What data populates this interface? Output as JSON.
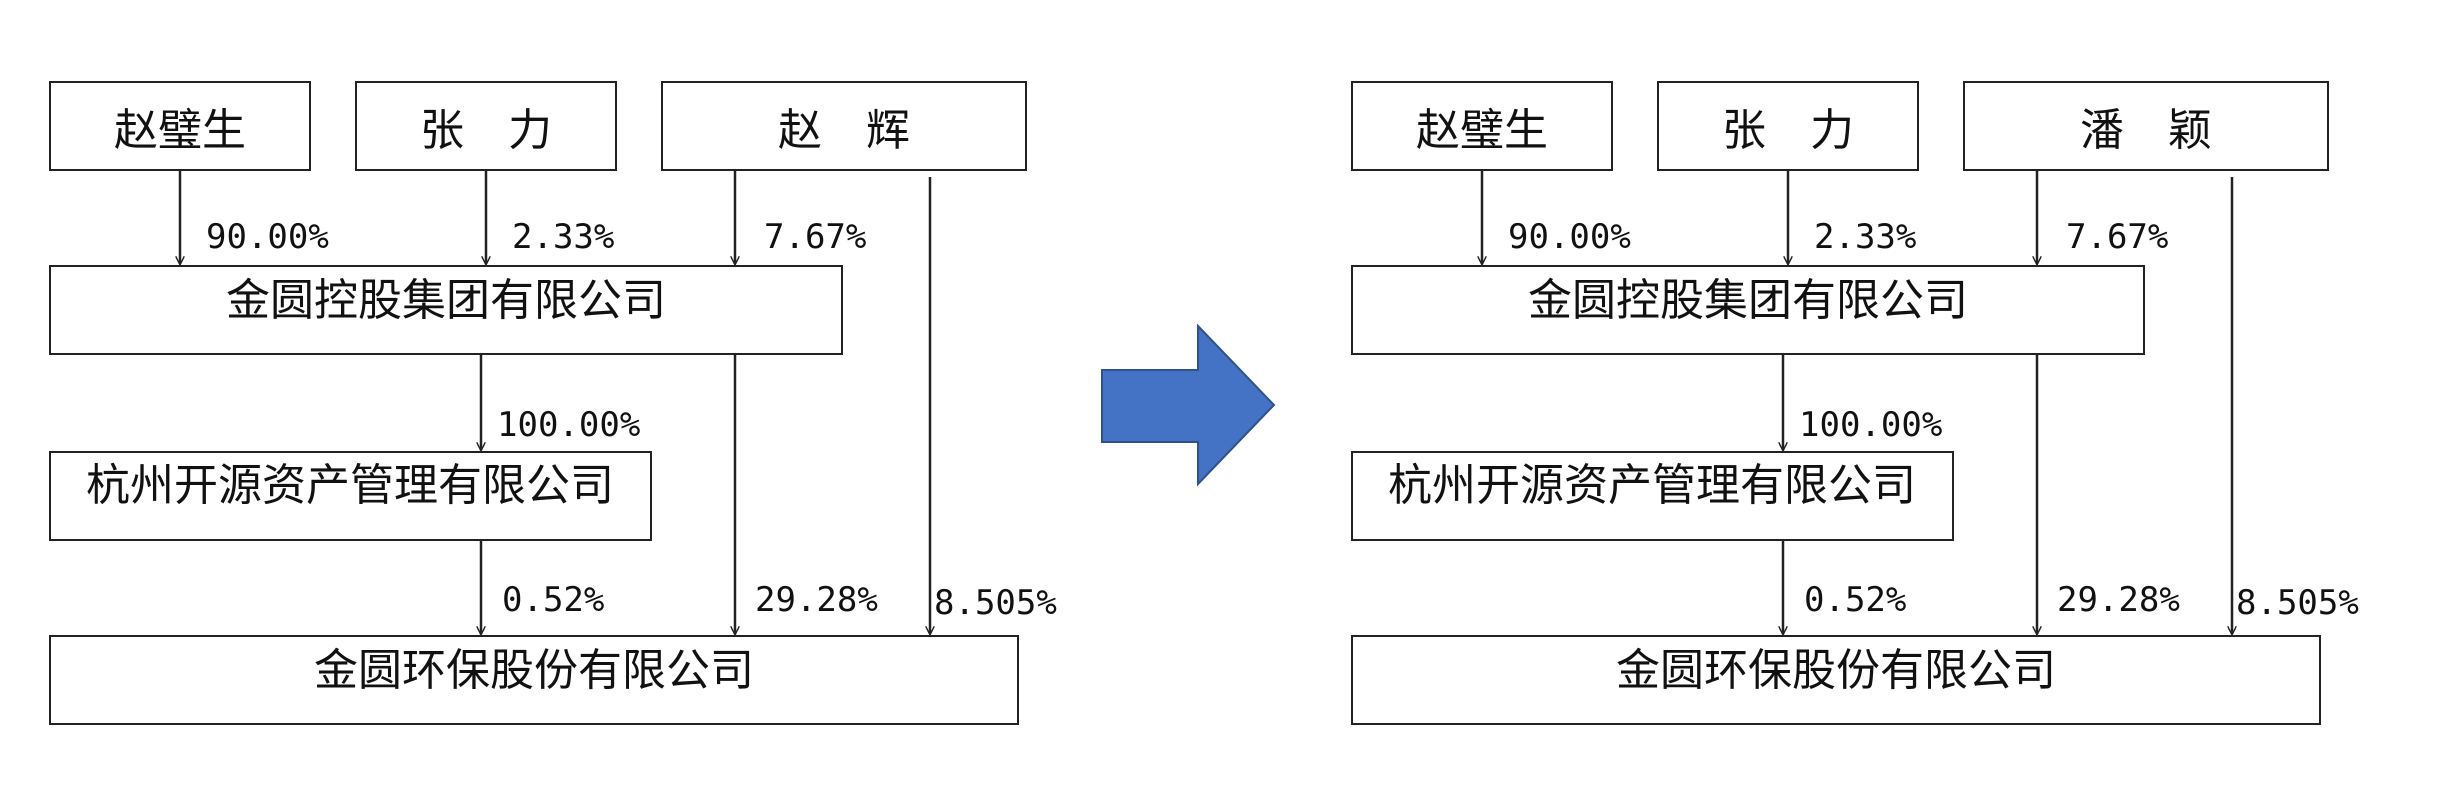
{
  "diagrams": [
    {
      "nodes": {
        "person1": "赵璧生",
        "person2": "张　力",
        "person3": "赵　辉",
        "group": "金圆控股集团有限公司",
        "asset": "杭州开源资产管理有限公司",
        "listed": "金圆环保股份有限公司"
      },
      "edges": {
        "person1_group": "90.00%",
        "person2_group": "2.33%",
        "person3_group": "7.67%",
        "group_asset": "100.00%",
        "asset_listed": "0.52%",
        "group_listed": "29.28%",
        "person3_listed": "8.505%"
      }
    },
    {
      "nodes": {
        "person1": "赵璧生",
        "person2": "张　力",
        "person3": "潘　颖",
        "group": "金圆控股集团有限公司",
        "asset": "杭州开源资产管理有限公司",
        "listed": "金圆环保股份有限公司"
      },
      "edges": {
        "person1_group": "90.00%",
        "person2_group": "2.33%",
        "person3_group": "7.67%",
        "group_asset": "100.00%",
        "asset_listed": "0.52%",
        "group_listed": "29.28%",
        "person3_listed": "8.505%"
      }
    }
  ],
  "transition_arrow": {
    "color": "#4472C4",
    "stroke": "#2F528F"
  }
}
